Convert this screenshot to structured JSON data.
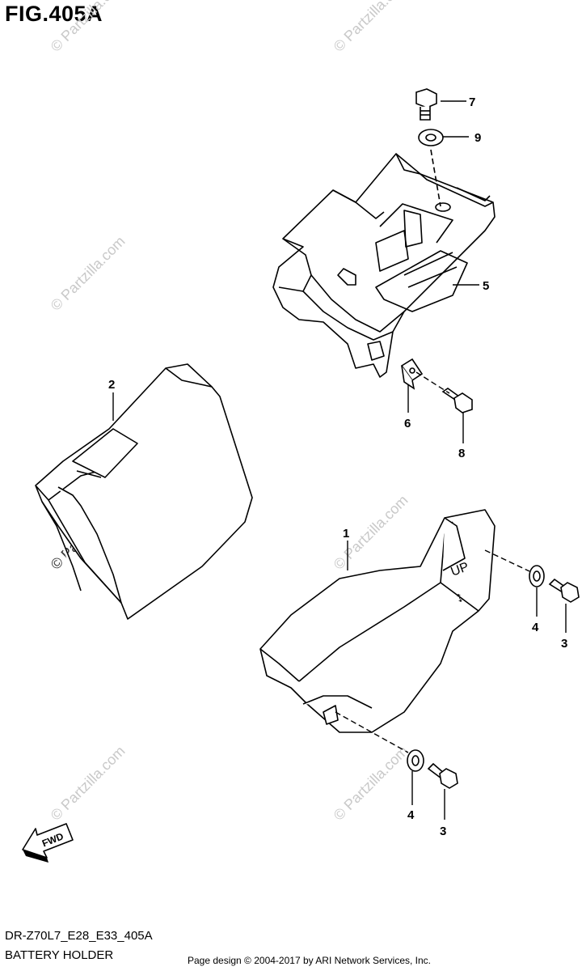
{
  "figure": {
    "title": "FIG.405A",
    "code": "DR-Z70L7_E28_E33_405A",
    "name": "BATTERY HOLDER",
    "credit": "Page design © 2004-2017 by ARI Network Services, Inc."
  },
  "callouts": [
    "1",
    "2",
    "3",
    "3",
    "4",
    "4",
    "5",
    "6",
    "7",
    "8",
    "9"
  ],
  "fwd_label": "FWD",
  "watermark": "© Partzilla.com"
}
